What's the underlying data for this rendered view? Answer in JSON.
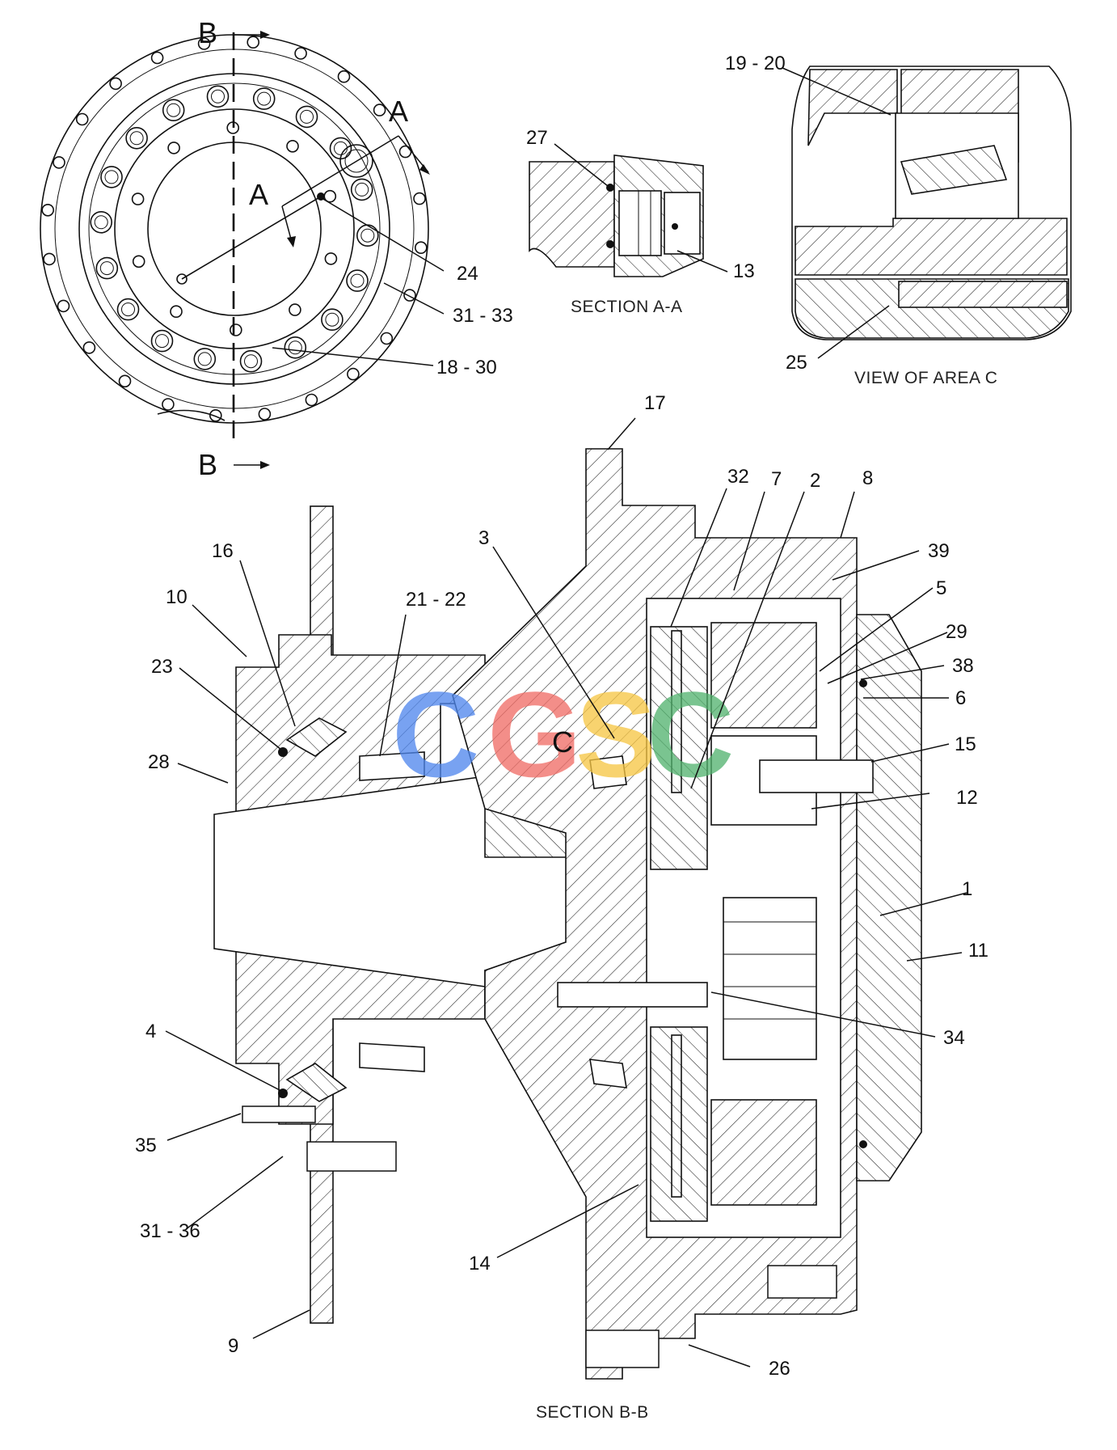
{
  "labels": {
    "callouts": {
      "c19_20": "19 - 20",
      "c27": "27",
      "c13": "13",
      "c24": "24",
      "c31_33": "31 - 33",
      "c18_30": "18 - 30",
      "c25": "25",
      "c17": "17",
      "c32": "32",
      "c7": "7",
      "c2": "2",
      "c8": "8",
      "c3": "3",
      "c39": "39",
      "c16": "16",
      "c5": "5",
      "c10": "10",
      "c21_22": "21 - 22",
      "c29": "29",
      "c23": "23",
      "c38": "38",
      "c6": "6",
      "c15": "15",
      "c28": "28",
      "c12": "12",
      "c1": "1",
      "c11": "11",
      "c4": "4",
      "c34": "34",
      "c35": "35",
      "c31_36": "31 - 36",
      "c14": "14",
      "c9": "9",
      "c26": "26"
    },
    "section_letters": {
      "b_top": "B",
      "b_bottom": "B",
      "a_right": "A",
      "a_left": "A",
      "c_detail": "C"
    },
    "captions": {
      "section_aa": "SECTION A-A",
      "view_area_c": "VIEW OF AREA C",
      "section_bb": "SECTION B-B"
    }
  },
  "watermark": {
    "letters": [
      "C",
      "G",
      "S",
      "C"
    ],
    "colors": [
      "#4f86ec",
      "#ef6c65",
      "#f6c544",
      "#52b36e"
    ]
  }
}
